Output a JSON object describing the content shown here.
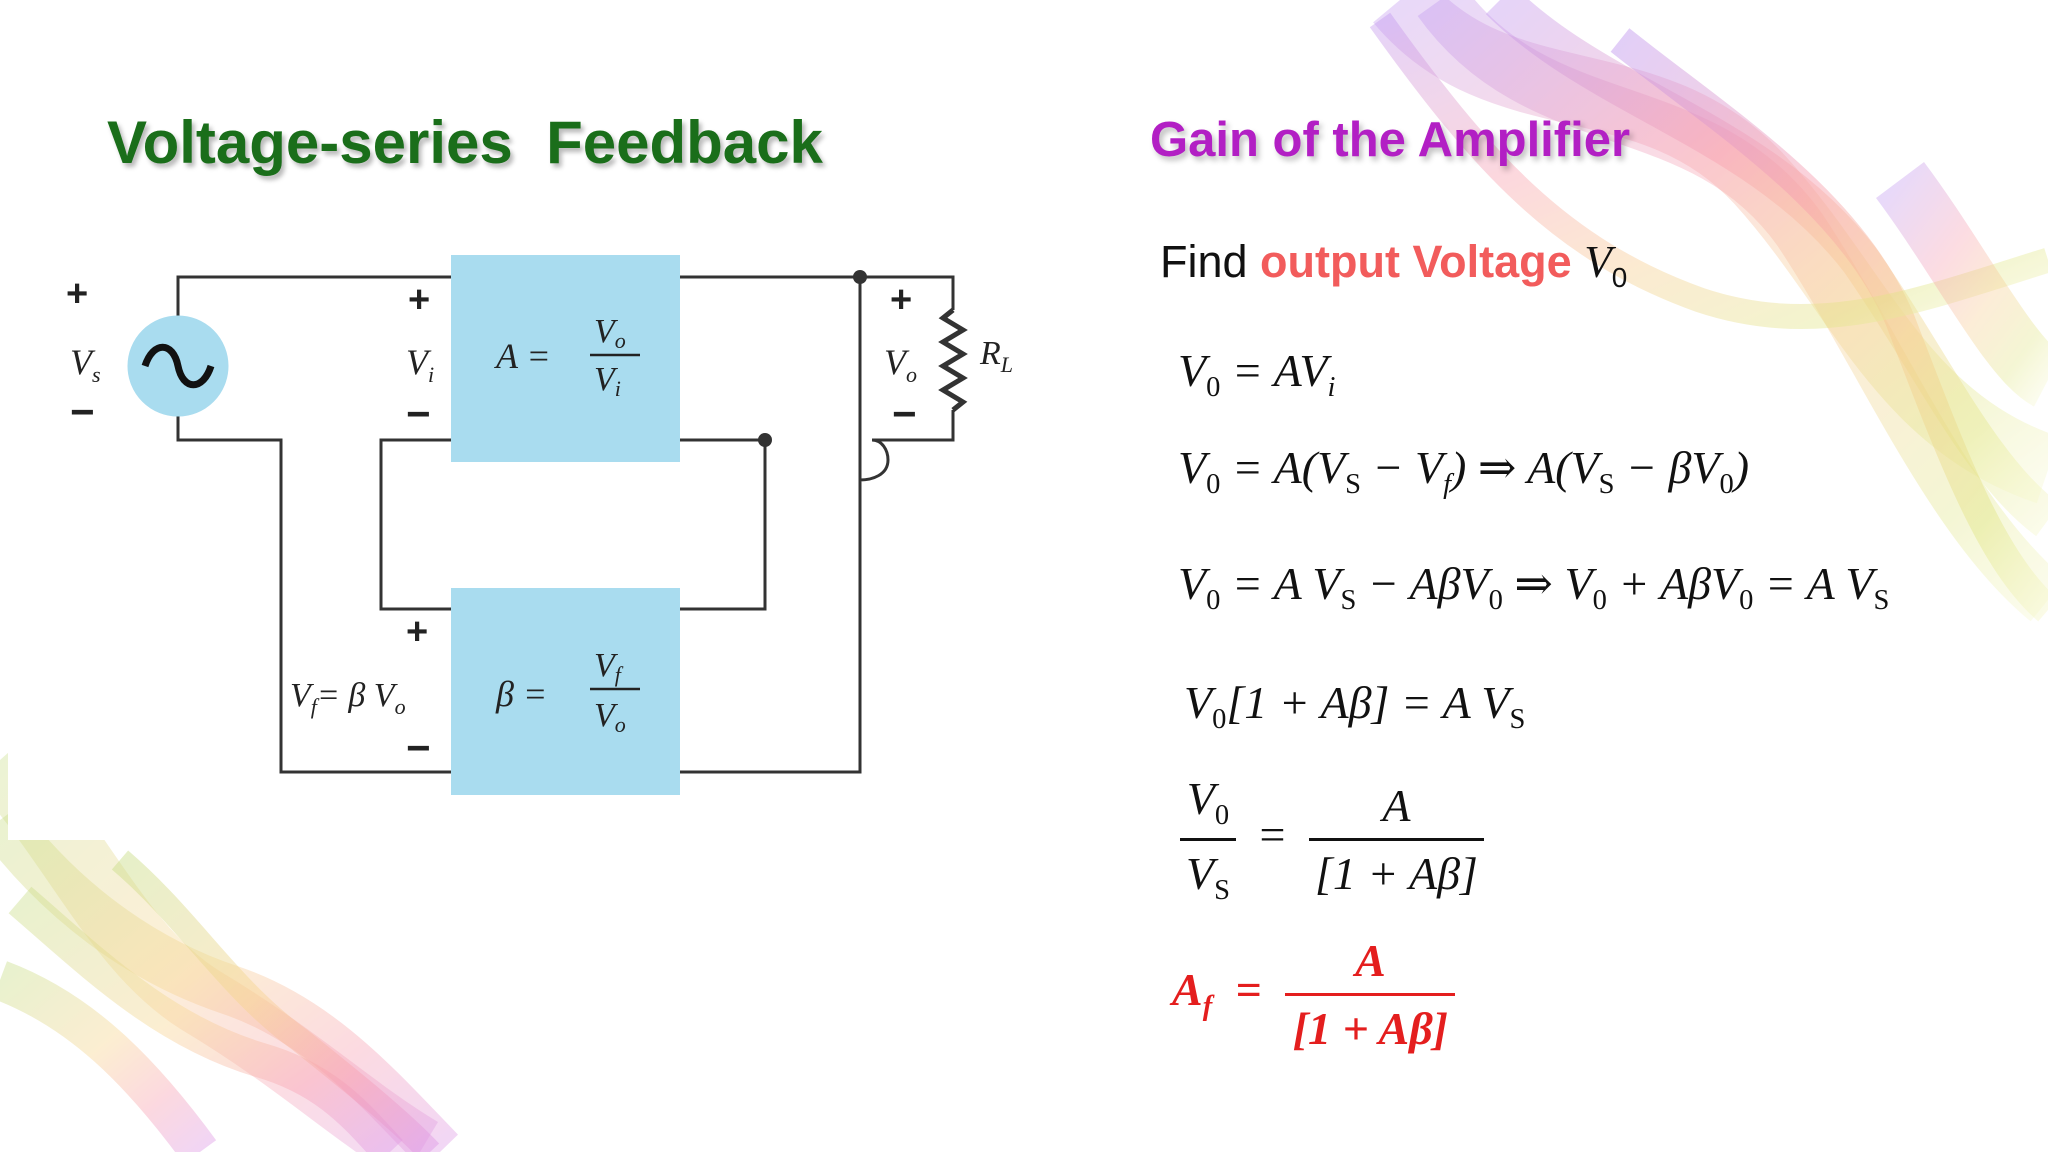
{
  "title_left": "Voltage-series  Feedback",
  "title_right": "Gain of the Amplifier",
  "circuit": {
    "plus": "+",
    "minus": "−",
    "source_label": "V",
    "source_sub": "s",
    "input_label": "V",
    "input_sub": "i",
    "amp_gain_lhs": "A =",
    "amp_num": "V",
    "amp_num_sub": "o",
    "amp_den": "V",
    "amp_den_sub": "i",
    "output_label": "V",
    "output_sub": "o",
    "load_label": "R",
    "load_sub": "L",
    "feedback_label": "V",
    "feedback_sub": "f",
    "feedback_rhs": "= β V",
    "feedback_rhs_sub": "o",
    "beta_lhs": "β =",
    "beta_num": "V",
    "beta_num_sub": "f",
    "beta_den": "V",
    "beta_den_sub": "o"
  },
  "find": {
    "prefix": "Find ",
    "highlight": "output Voltage",
    "var": "V",
    "var_sub": "0"
  },
  "eq1": {
    "a": "V",
    "a_sub": "0",
    "b": " = AV",
    "b_sub": "i"
  },
  "eq2": {
    "a": "V",
    "a_sub": "0",
    "b": " = A",
    "c": "(V",
    "c_sub": "S",
    "d": " − V",
    "d_sub": "f",
    "e": ")",
    "f": " ⇒ A(V",
    "f_sub": "S",
    "g": " − βV",
    "g_sub": "0",
    "h": ")"
  },
  "eq3": {
    "a": "V",
    "a_sub": "0",
    "b": " = A V",
    "b_sub": "S",
    "c": " − AβV",
    "c_sub": "0",
    "d": " ⇒ V",
    "d_sub": "0",
    "e": " + AβV",
    "e_sub": "0",
    "f": " = A V",
    "f_sub": "S"
  },
  "eq4": {
    "a": "V",
    "a_sub": "0",
    "b": "[1 + Aβ] = A V",
    "b_sub": "S"
  },
  "eq5": {
    "num": "V",
    "num_sub": "0",
    "den": "V",
    "den_sub": "S",
    "eq": "=",
    "rnum": "A",
    "rden": "[1 + Aβ]"
  },
  "eq6": {
    "lhs": "A",
    "lhs_sub": "f",
    "eq": "=",
    "rnum": "A",
    "rden": "[1 + Aβ]"
  },
  "colors": {
    "title_left": "#1a6e1a",
    "title_right": "#b21fc4",
    "highlight": "#f25c5c",
    "result": "#e41e1e",
    "block_fill": "#a9dcef"
  }
}
